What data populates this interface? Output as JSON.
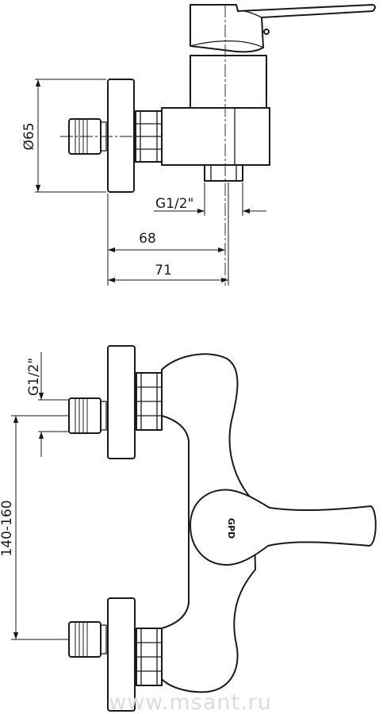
{
  "dimensions": {
    "wall_plate_diameter": "Ø65",
    "outlet_thread_top": "G1/2\"",
    "depth_68": "68",
    "depth_71": "71",
    "inlet_thread_side": "G1/2\"",
    "inlet_spacing": "140-160"
  },
  "logo": "GPD",
  "watermark": "www.msant.ru"
}
